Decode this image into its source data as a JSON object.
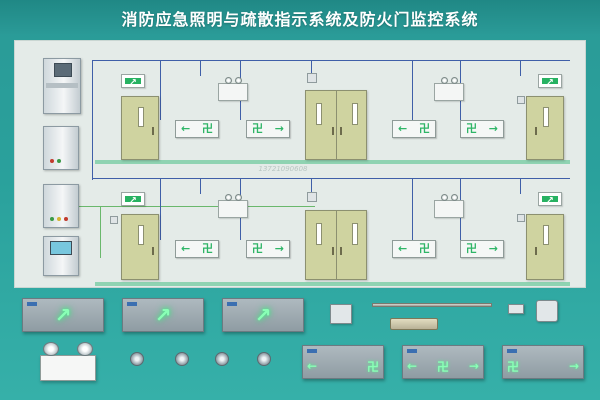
{
  "title": "消防应急照明与疏散指示系统及防火门监控系统",
  "watermark": "13721090608",
  "exit_glyph": "↗",
  "arrow_left": "←",
  "arrow_right": "→",
  "dir_mark": "卍",
  "colors": {
    "background": "#2a9a97",
    "panel": "#e4ebe8",
    "exit_green": "#27b262",
    "glow_green": "#8affb6",
    "bus_blue": "#3f5fa8",
    "bus_green": "#6ab86c",
    "door": "#cfd3a0"
  },
  "icons": {
    "control_host": "monitor-cabinet-icon",
    "distribution_box": "distribution-box-icon",
    "door_monitor": "door-monitor-panel-icon",
    "exit_sign": "running-man-exit-icon",
    "emergency_light": "twin-emergency-lamp-icon",
    "direction_sign": "direction-arrow-sign-icon",
    "fire_door": "fire-door-icon",
    "downlight": "recessed-downlight-icon",
    "door_closer": "door-closer-icon",
    "magnetic_holder": "electromagnetic-door-holder-icon",
    "door_sensor": "door-state-sensor-icon"
  }
}
